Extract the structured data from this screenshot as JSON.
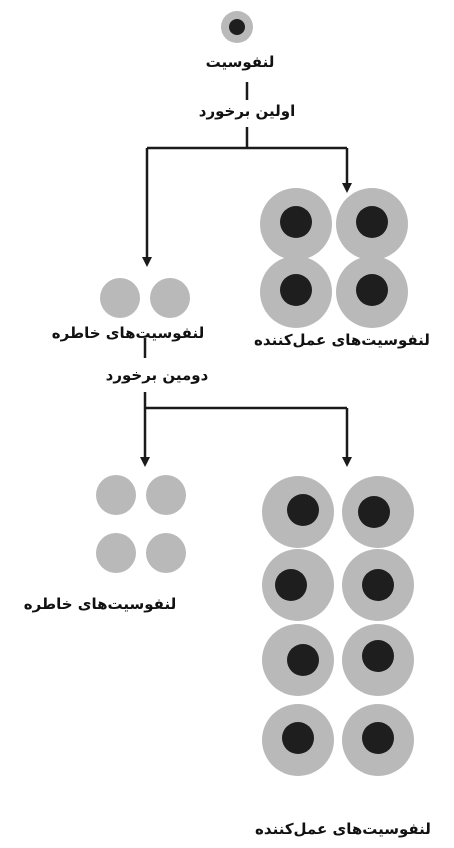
{
  "labels": {
    "lymphocyte": "لنفوسیت",
    "first_encounter": "اولین برخورد",
    "memory_cells_1": "لنفوسیت‌های خاطره",
    "effector_cells_1": "لنفوسیت‌های عمل‌کننده",
    "second_encounter": "دومین برخورد",
    "memory_cells_2": "لنفوسیت‌های خاطره",
    "effector_cells_2": "لنفوسیت‌های عمل‌کننده"
  },
  "colors": {
    "cell_body": "#b9b9b9",
    "nucleus": "#1e1e1e",
    "line": "#1a1a1a"
  },
  "counts": {
    "effector_first": 4,
    "memory_first": 2,
    "memory_second": 4,
    "effector_second": 8
  }
}
